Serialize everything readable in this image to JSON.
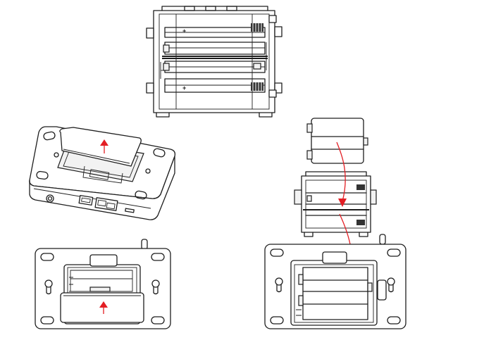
{
  "figure": {
    "panels": [
      {
        "id": "battery-holder-detail",
        "symbols": [
          "+",
          "+"
        ]
      },
      {
        "id": "device-isometric-open-cover"
      },
      {
        "id": "device-back-cover-slide"
      },
      {
        "id": "battery-pack-exploded"
      },
      {
        "id": "device-back-battery-installed"
      }
    ]
  },
  "colors": {
    "line": "#1e1e1e",
    "arrow": "#e31e24",
    "background": "#ffffff"
  },
  "icons": [
    "up-arrow-icon",
    "insert-path-arrow-icon",
    "spring-contact-icon",
    "keyhole-mount-icon"
  ]
}
